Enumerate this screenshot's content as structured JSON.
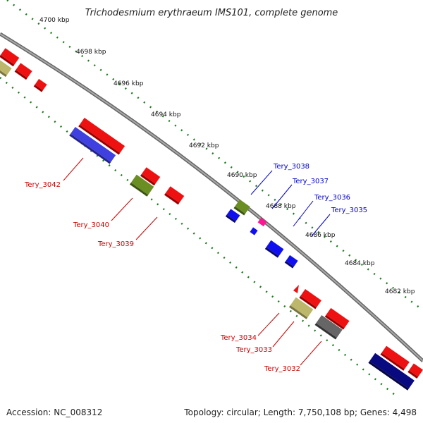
{
  "title": "Trichodesmium erythraeum IMS101, complete genome",
  "footer": {
    "accession": "Accession: NC_008312",
    "summary": "Topology: circular; Length: 7,750,108 bp; Genes: 4,498"
  },
  "ticks": [
    "4700 kbp",
    "4698 kbp",
    "4696 kbp",
    "4694 kbp",
    "4692 kbp",
    "4690 kbp",
    "4688 kbp",
    "4686 kbp",
    "4684 kbp",
    "4682 kbp"
  ],
  "gene_labels": {
    "left": [
      "Tery_3042",
      "Tery_3040",
      "Tery_3039",
      "Tery_3034",
      "Tery_3033",
      "Tery_3032"
    ],
    "right": [
      "Tery_3038",
      "Tery_3037",
      "Tery_3036",
      "Tery_3035"
    ]
  },
  "colors": {
    "backbone": "#888888",
    "tick_dots": "#1e7a1e",
    "red_gene": "#ee1111",
    "blue_gene": "#1010ee",
    "navy_gene": "#0a0a80",
    "olive_gene": "#6b8e23",
    "khaki_gene": "#bdb76b",
    "gray_gene": "#666666",
    "magenta_gene": "#ff1493",
    "left_label": "#cc0000",
    "right_label": "#0000cc"
  }
}
